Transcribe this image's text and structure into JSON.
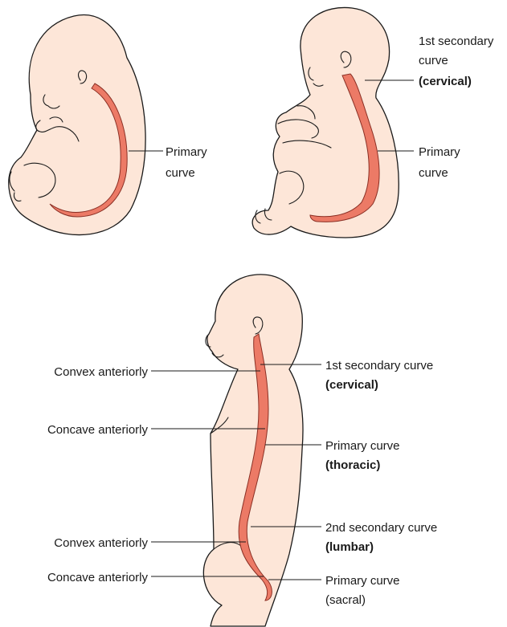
{
  "colors": {
    "skin": "#fde6d8",
    "spine": "#ec7a66",
    "outline": "#1a1a1a",
    "background": "#ffffff"
  },
  "panel_a": {
    "label_line1": "Primary",
    "label_line2": "curve"
  },
  "panel_b": {
    "secondary_line1": "1st secondary",
    "secondary_line2": "curve",
    "secondary_line3": "(cervical)",
    "primary_line1": "Primary",
    "primary_line2": "curve"
  },
  "panel_c": {
    "left_labels": [
      "Convex anteriorly",
      "Concave anteriorly",
      "Convex anteriorly",
      "Concave anteriorly"
    ],
    "right_labels": [
      {
        "line1": "1st secondary curve",
        "line2": "(cervical)",
        "line2_bold": true
      },
      {
        "line1": "Primary curve",
        "line2": "(thoracic)",
        "line2_bold": true
      },
      {
        "line1": "2nd secondary curve",
        "line2": "(lumbar)",
        "line2_bold": true
      },
      {
        "line1": "Primary curve",
        "line2": "(sacral)",
        "line2_bold": false
      }
    ]
  }
}
